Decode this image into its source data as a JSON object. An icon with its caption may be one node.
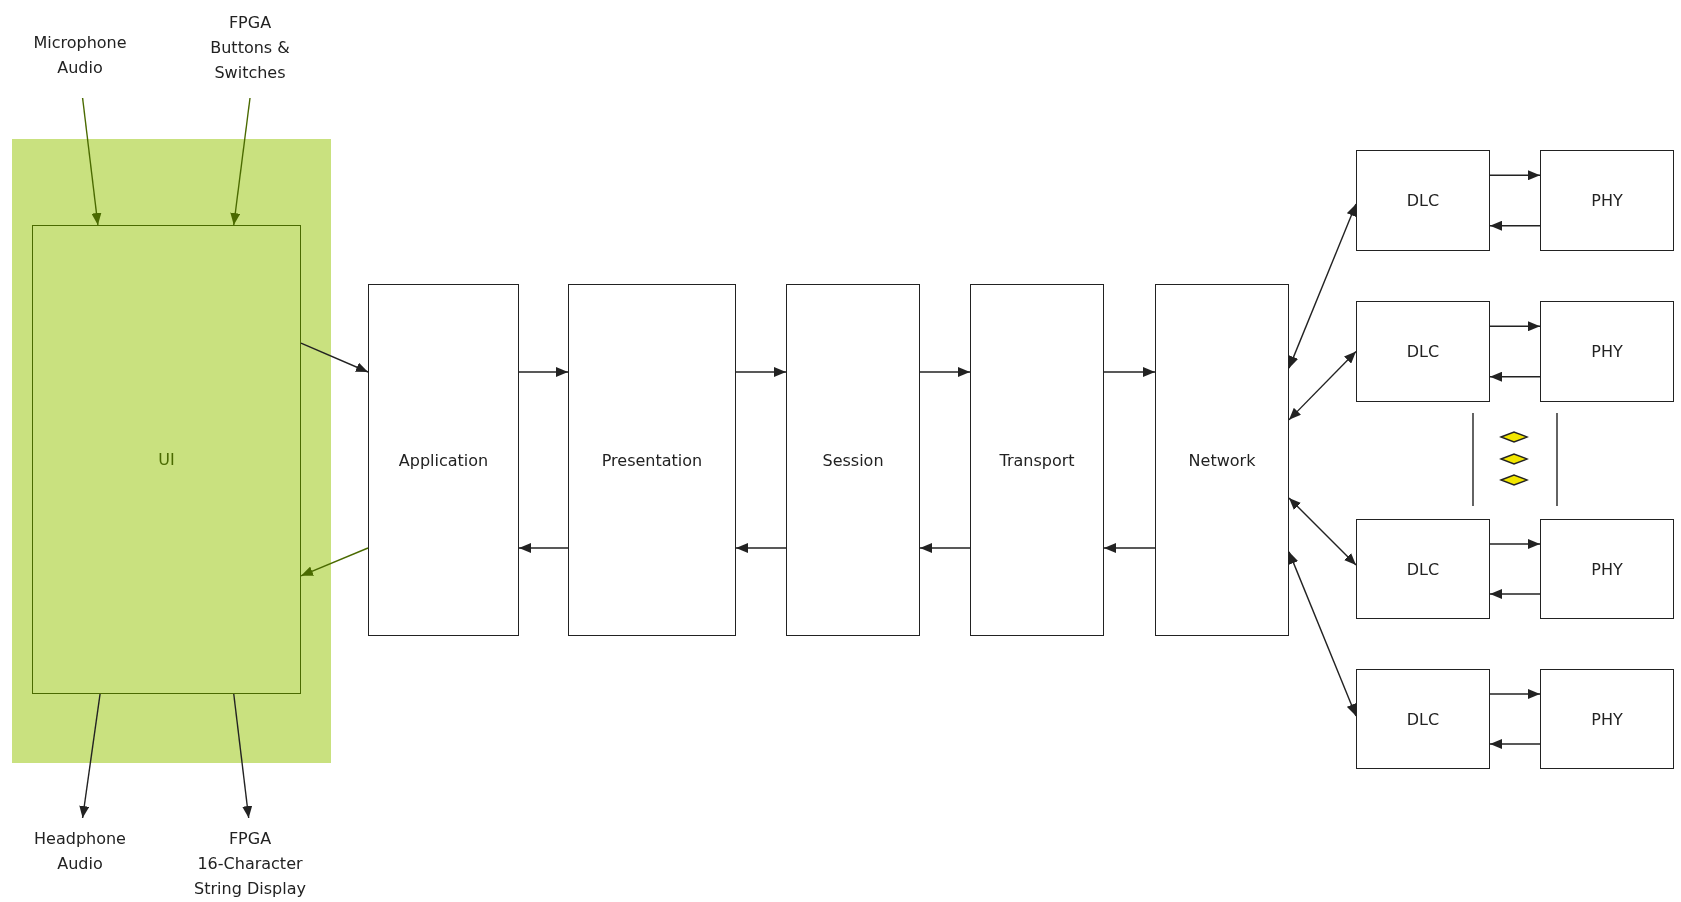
{
  "diagram": {
    "nodes": [
      {
        "text": [
          "Microphone Audio"
        ]
      },
      {
        "text": [
          "FPGA Buttons & Switches"
        ]
      },
      {
        "text": [],
        "shape": "box"
      },
      {
        "text": [
          "UI"
        ],
        "in": 2
      },
      {
        "text": [
          "Application"
        ]
      },
      {
        "text": [
          "Presentation"
        ]
      },
      {
        "text": [
          "Session"
        ]
      },
      {
        "text": [
          "Transport"
        ]
      },
      {
        "text": [
          "Network"
        ]
      },
      {
        "text": [
          "DLC"
        ]
      },
      {
        "text": [
          "PHY"
        ]
      },
      {
        "text": [
          "DLC"
        ]
      },
      {
        "text": [
          "PHY"
        ]
      },
      {
        "text": [
          "DLC"
        ]
      },
      {
        "text": [
          "PHY"
        ]
      },
      {
        "text": [
          "DLC"
        ]
      },
      {
        "text": [
          "PHY"
        ]
      },
      {
        "text": [
          "Headphone Audio"
        ]
      },
      {
        "text": [
          "FPGA 16-Character String Display"
        ]
      }
    ],
    "edges": [
      {
        "from": 0,
        "to": 3,
        "arrow": "to",
        "color": "#4a6a00"
      },
      {
        "from": 1,
        "to": 3,
        "arrow": "to",
        "color": "#4a6a00"
      },
      {
        "from": 3,
        "to": 4,
        "arrow": "to"
      },
      {
        "from": 4,
        "to": 3,
        "arrow": "to",
        "color": "#4a6a00"
      },
      {
        "from": 4,
        "to": 5,
        "arrow": "to"
      },
      {
        "from": 5,
        "to": 4,
        "arrow": "to"
      },
      {
        "from": 5,
        "to": 6,
        "arrow": "to"
      },
      {
        "from": 6,
        "to": 5,
        "arrow": "to"
      },
      {
        "from": 6,
        "to": 7,
        "arrow": "to"
      },
      {
        "from": 7,
        "to": 6,
        "arrow": "to"
      },
      {
        "from": 7,
        "to": 8,
        "arrow": "to"
      },
      {
        "from": 8,
        "to": 7,
        "arrow": "to"
      },
      {
        "from": 8,
        "to": 9,
        "arrow": "both"
      },
      {
        "from": 8,
        "to": 11,
        "arrow": "both"
      },
      {
        "from": 8,
        "to": 13,
        "arrow": "both"
      },
      {
        "from": 8,
        "to": 15,
        "arrow": "both"
      },
      {
        "from": 9,
        "to": 10,
        "arrow": "to"
      },
      {
        "from": 10,
        "to": 9,
        "arrow": "to"
      },
      {
        "from": 11,
        "to": 12,
        "arrow": "to"
      },
      {
        "from": 12,
        "to": 11,
        "arrow": "to"
      },
      {
        "from": 13,
        "to": 14,
        "arrow": "to"
      },
      {
        "from": 14,
        "to": 13,
        "arrow": "to"
      },
      {
        "from": 15,
        "to": 16,
        "arrow": "to"
      },
      {
        "from": 16,
        "to": 15,
        "arrow": "to"
      },
      {
        "from": 3,
        "to": 17,
        "arrow": "to"
      },
      {
        "from": 3,
        "to": 18,
        "arrow": "to"
      }
    ]
  }
}
